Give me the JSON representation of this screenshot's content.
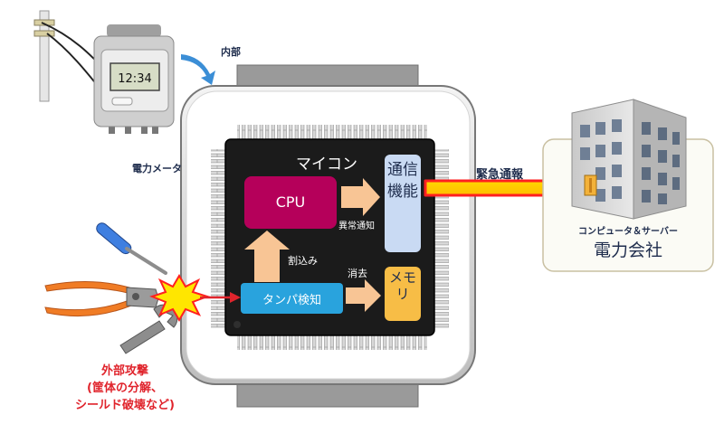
{
  "meter": {
    "time": "12:34",
    "inside_label": "内部",
    "label": "電力メータ"
  },
  "chip": {
    "title": "マイコン",
    "cpu": "CPU",
    "comm": "通信機能",
    "tamper": "タンパ検知",
    "memory": "メモリ",
    "anomaly": "異常通知",
    "interrupt": "割込み",
    "erase": "消去"
  },
  "alert": {
    "label": "緊急通報"
  },
  "company": {
    "server_label": "コンピュータ＆サーバー",
    "name": "電力会社"
  },
  "attack": {
    "title": "外部攻撃",
    "detail_1": "(筐体の分解、",
    "detail_2": "シールド破壊など)"
  },
  "colors": {
    "cpu": "#b5005a",
    "comm_box": "#c9daf3",
    "tamper_box": "#29a3dd",
    "memory_box": "#f7bd46",
    "arrow_orange": "#f8c595",
    "alert_arrow": "#ff2020",
    "attack_text": "#e0242c"
  }
}
